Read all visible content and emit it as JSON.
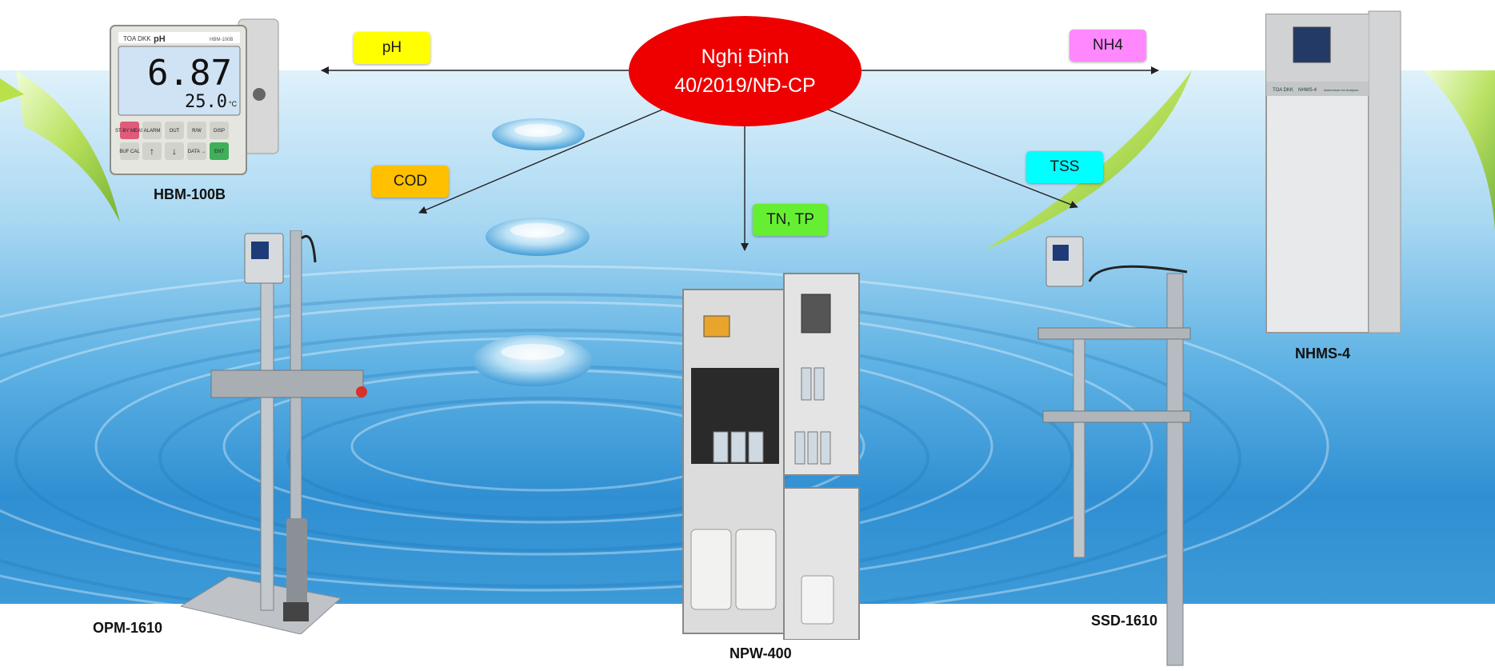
{
  "hub": {
    "line1": "Nghị Định",
    "line2": "40/2019/NĐ-CP",
    "color": "#ee0000"
  },
  "parameters": [
    {
      "label": "pH",
      "color": "#ffff00"
    },
    {
      "label": "COD",
      "color": "#ffc000"
    },
    {
      "label": "TN, TP",
      "color": "#66ee33"
    },
    {
      "label": "TSS",
      "color": "#00ffff"
    },
    {
      "label": "NH4",
      "color": "#ff88ff"
    }
  ],
  "products": [
    {
      "name": "HBM-100B"
    },
    {
      "name": "OPM-1610"
    },
    {
      "name": "NPW-400"
    },
    {
      "name": "SSD-1610"
    },
    {
      "name": "NHMS-4"
    }
  ],
  "meter_display": {
    "reading": "6.87",
    "temperature": "25.0",
    "unit_temp": "°C",
    "brand": "TOA DKK",
    "mode": "pH",
    "model": "HBM-100B"
  },
  "meter_keys": [
    "ST-BY MEAS",
    "ALARM",
    "OUT",
    "R/W",
    "DISP",
    "BUF CAL",
    "↑",
    "↓",
    "DATA →",
    "ENT"
  ],
  "cabinet_label": {
    "brand": "TOA DKK",
    "model": "NHMS-4",
    "subtitle": "Ammonium Ion Analyzer"
  },
  "device_icons": [
    "ph-meter-icon",
    "cod-sensor-stand-icon",
    "analyzer-cabinet-icon",
    "tss-sensor-stand-icon",
    "ammonia-analyzer-icon"
  ]
}
